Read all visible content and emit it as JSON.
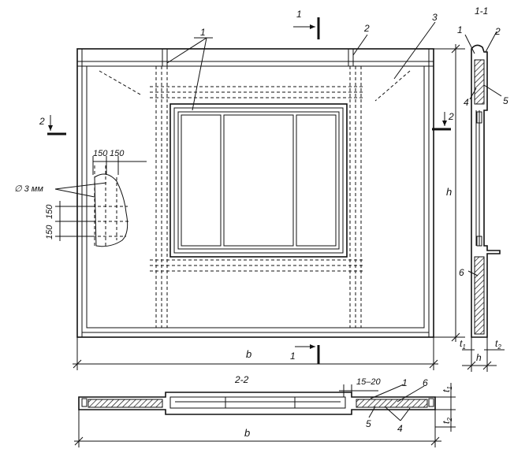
{
  "section_labels": {
    "sec_1_1": "1-1",
    "sec_2_2": "2-2"
  },
  "cut_marks": {
    "top": "1",
    "bottom": "1",
    "left": "2",
    "right": "2"
  },
  "callouts": {
    "c1a": "1",
    "c2a": "2",
    "c3": "3",
    "s11_1": "1",
    "s11_2": "2",
    "s11_4": "4",
    "s11_5": "5",
    "s11_6": "6",
    "s22_1": "1",
    "s22_6": "6",
    "s22_5": "5",
    "s22_4": "4"
  },
  "dimensions": {
    "b_main": "b",
    "b_section": "b",
    "h_main": "h",
    "h_section": "h",
    "t1_main": "t",
    "t1_sub": "1",
    "t2_main": "t",
    "t2_sub": "2",
    "t1s_main": "t",
    "t1s_sub": "1",
    "t2s_main": "t",
    "t2s_sub": "2",
    "gap": "15–20",
    "spacing_h1": "150",
    "spacing_h2": "150",
    "spacing_v1": "150",
    "spacing_v2": "150",
    "wire": "∅ 3 мм"
  }
}
